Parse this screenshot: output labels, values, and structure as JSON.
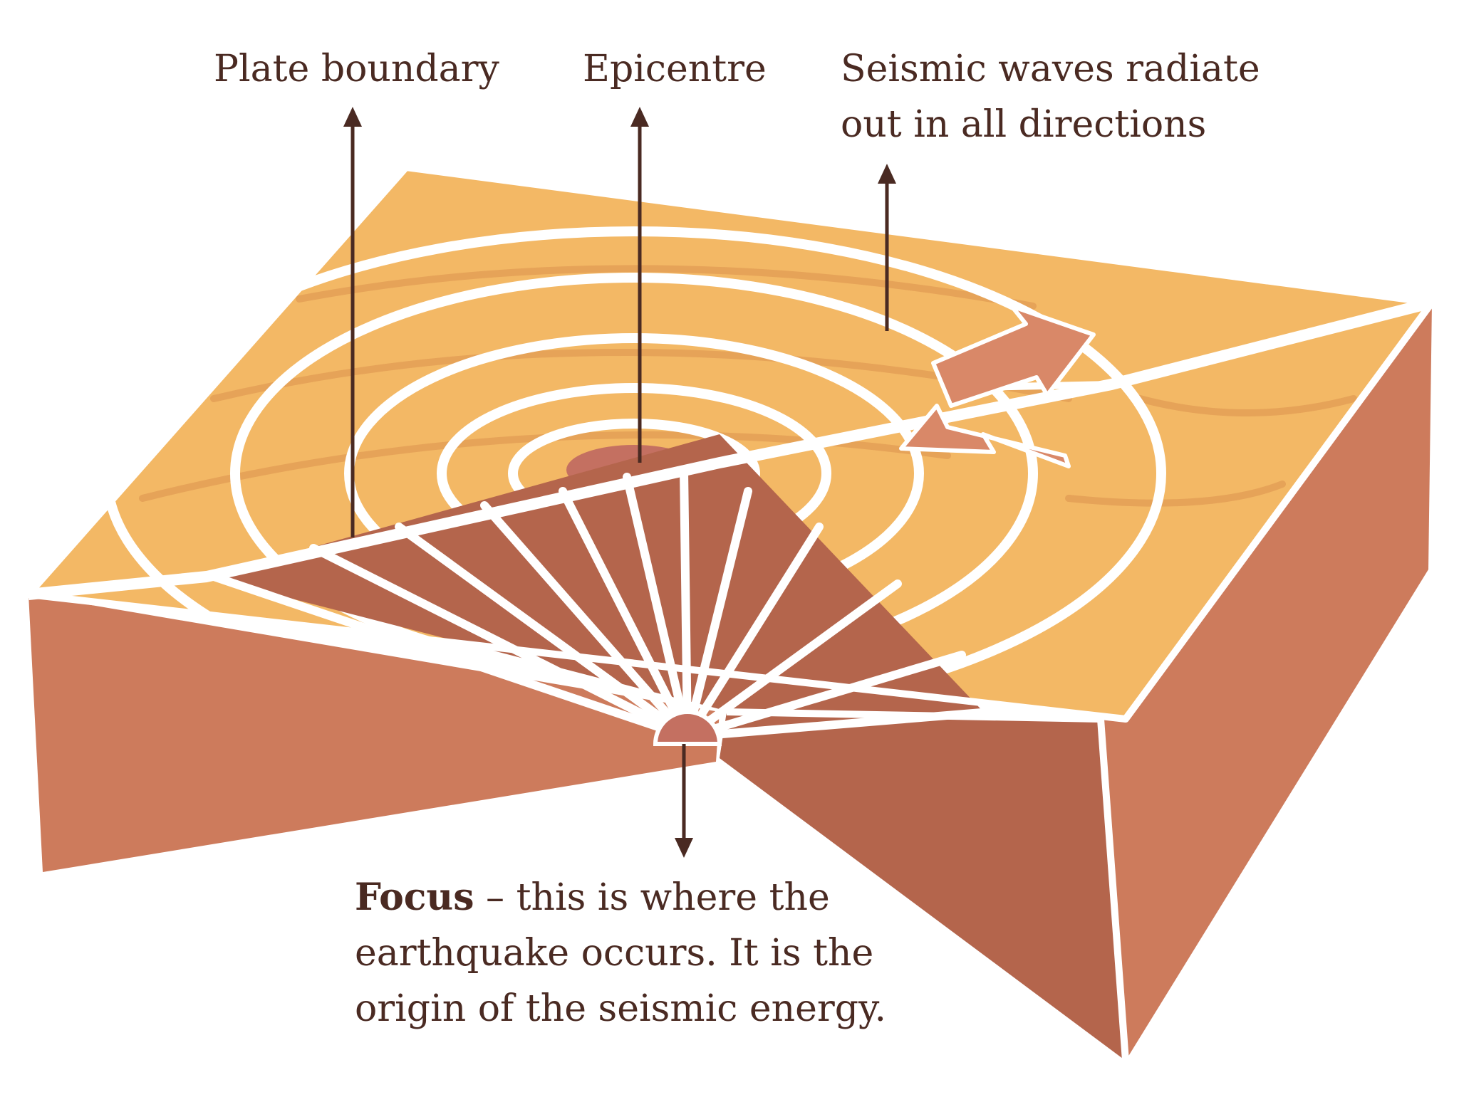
{
  "labels": {
    "plate_boundary": "Plate boundary",
    "epicentre": "Epicentre",
    "seismic_waves_line1": "Seismic waves radiate",
    "seismic_waves_line2": "out in all directions",
    "focus_term": "Focus",
    "focus_line1_rest": " – this is where the",
    "focus_line2": "earthquake occurs. It is the",
    "focus_line3": "origin of the seismic energy."
  },
  "colors": {
    "surface": "#f3b865",
    "surface_streak": "#d98d4c",
    "side_face": "#cd7b5c",
    "side_dark": "#b4654c",
    "core": "#c47061",
    "arrow_fill": "#d98868",
    "outline": "#ffffff",
    "text": "#4a2a22"
  }
}
